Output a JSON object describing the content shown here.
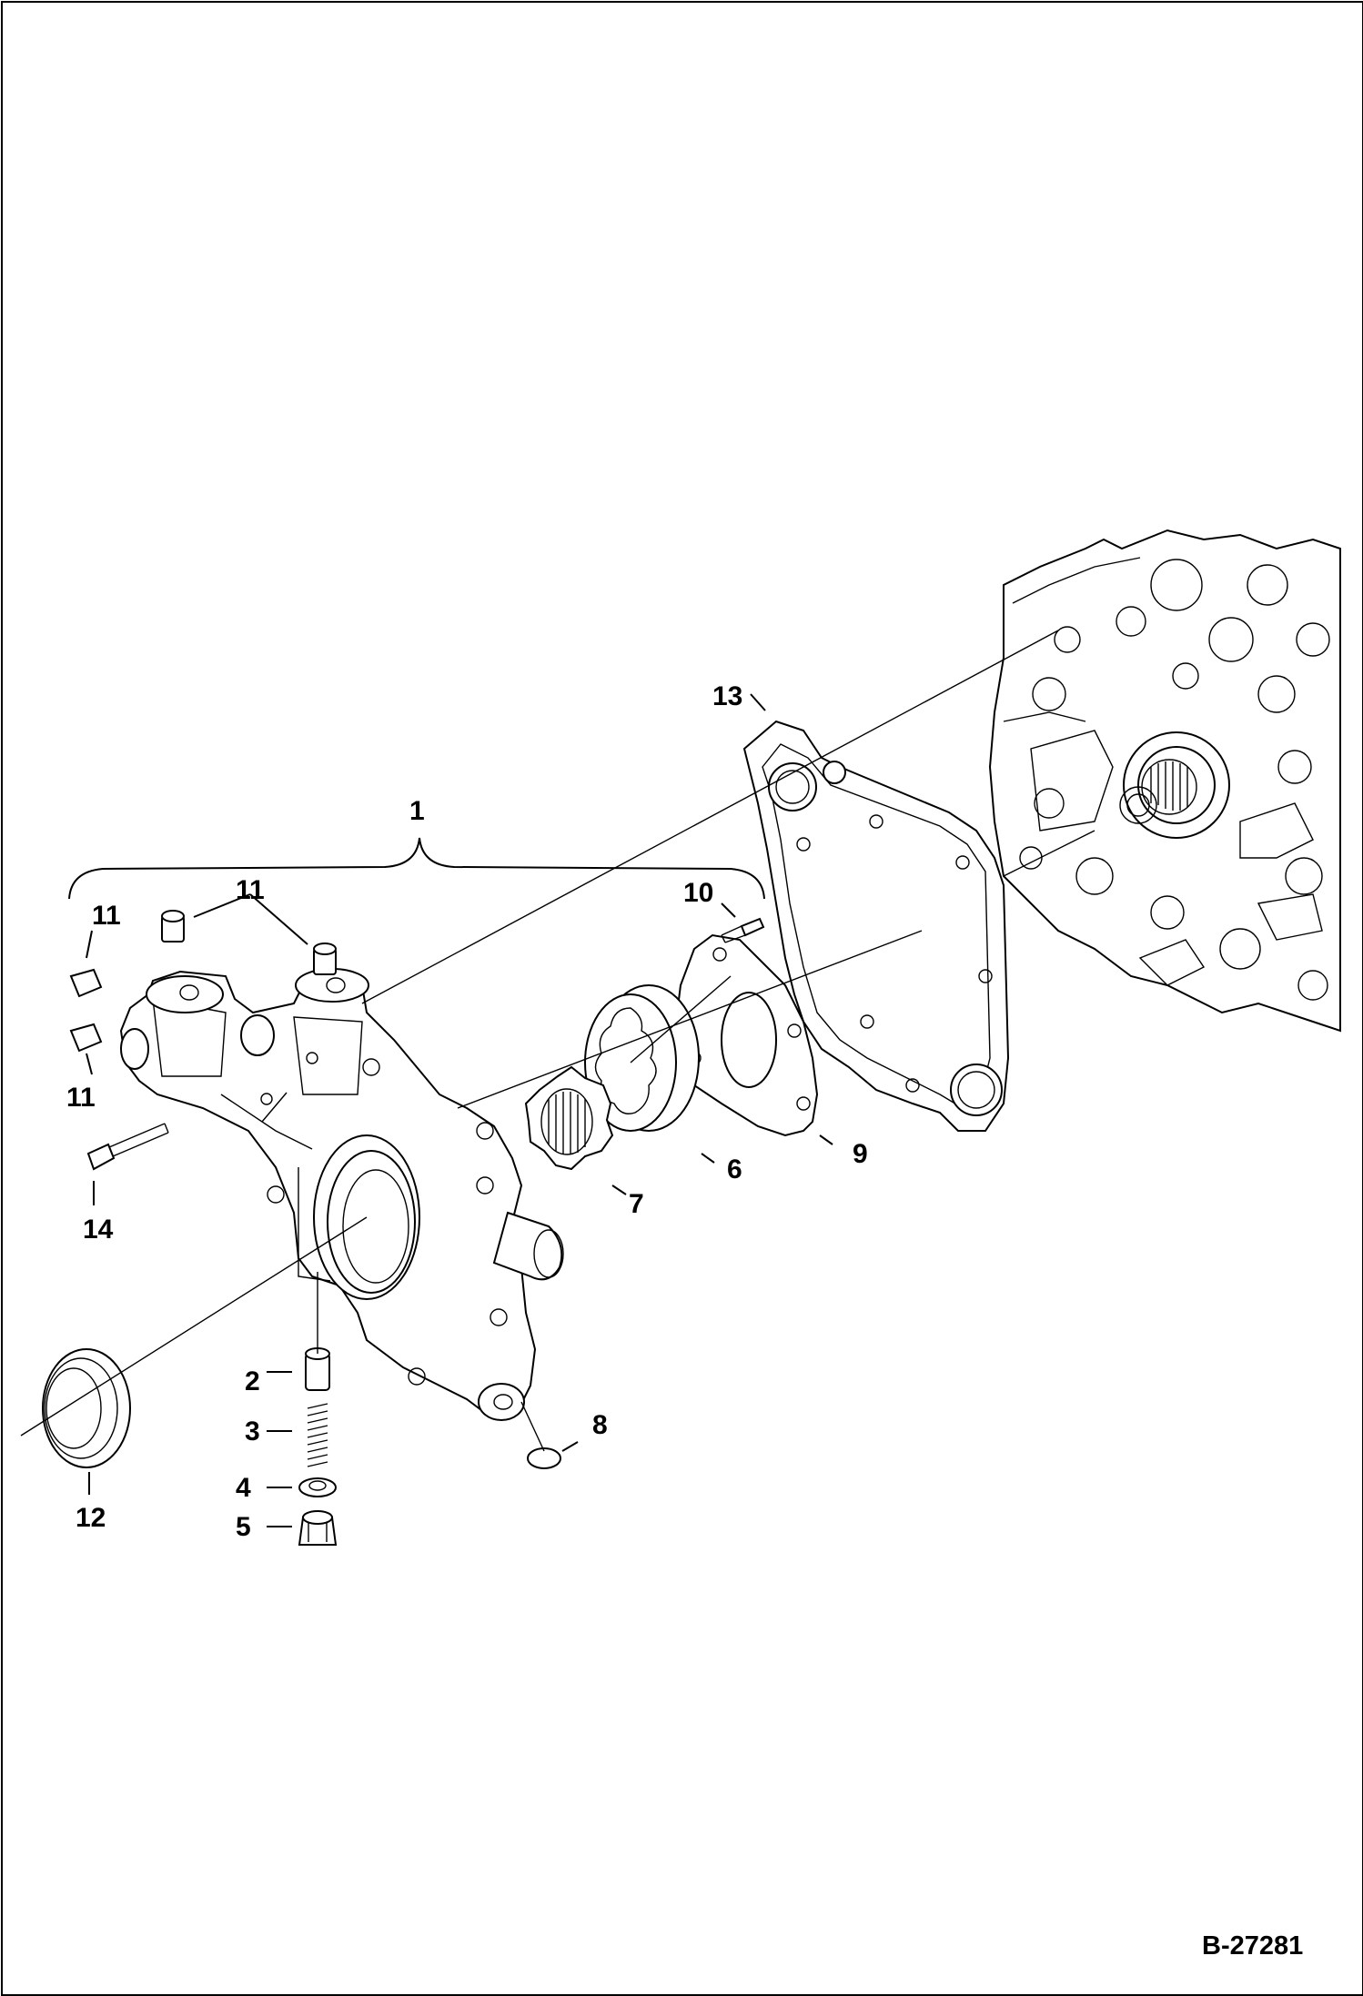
{
  "figure": {
    "reference_code": "B-27281",
    "callouts": [
      "1",
      "2",
      "3",
      "4",
      "5",
      "6",
      "7",
      "8",
      "9",
      "10",
      "11",
      "11",
      "11",
      "11",
      "12",
      "13",
      "14"
    ]
  }
}
